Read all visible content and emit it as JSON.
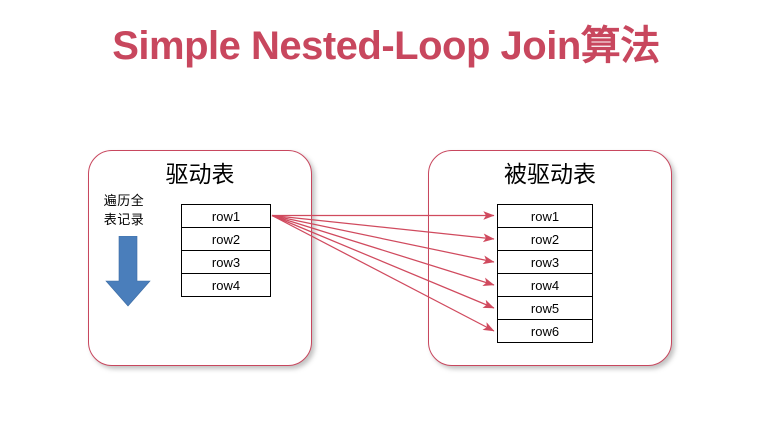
{
  "slide": {
    "title": "Simple Nested-Loop Join算法",
    "title_color": "#c8475e",
    "background_color": "#ffffff"
  },
  "colors": {
    "title_red": "#c8475e",
    "panel_border_red": "#c8475e",
    "arrow_red": "#d04a5e",
    "down_arrow_blue": "#4a7ebb",
    "table_border_black": "#000000",
    "text_black": "#000000"
  },
  "left_panel": {
    "heading": "驱动表",
    "traverse_label_line1": "遍历全",
    "traverse_label_line2": "表记录",
    "down_arrow_icon": "arrow-down-icon",
    "rows": [
      "row1",
      "row2",
      "row3",
      "row4"
    ]
  },
  "right_panel": {
    "heading": "被驱动表",
    "rows": [
      "row1",
      "row2",
      "row3",
      "row4",
      "row5",
      "row6"
    ]
  },
  "connections": {
    "description": "每条驱动表 row1 记录连接到被驱动表的全部 6 行",
    "source_row": "row1",
    "target_rows": [
      "row1",
      "row2",
      "row3",
      "row4",
      "row5",
      "row6"
    ],
    "count": 6
  }
}
